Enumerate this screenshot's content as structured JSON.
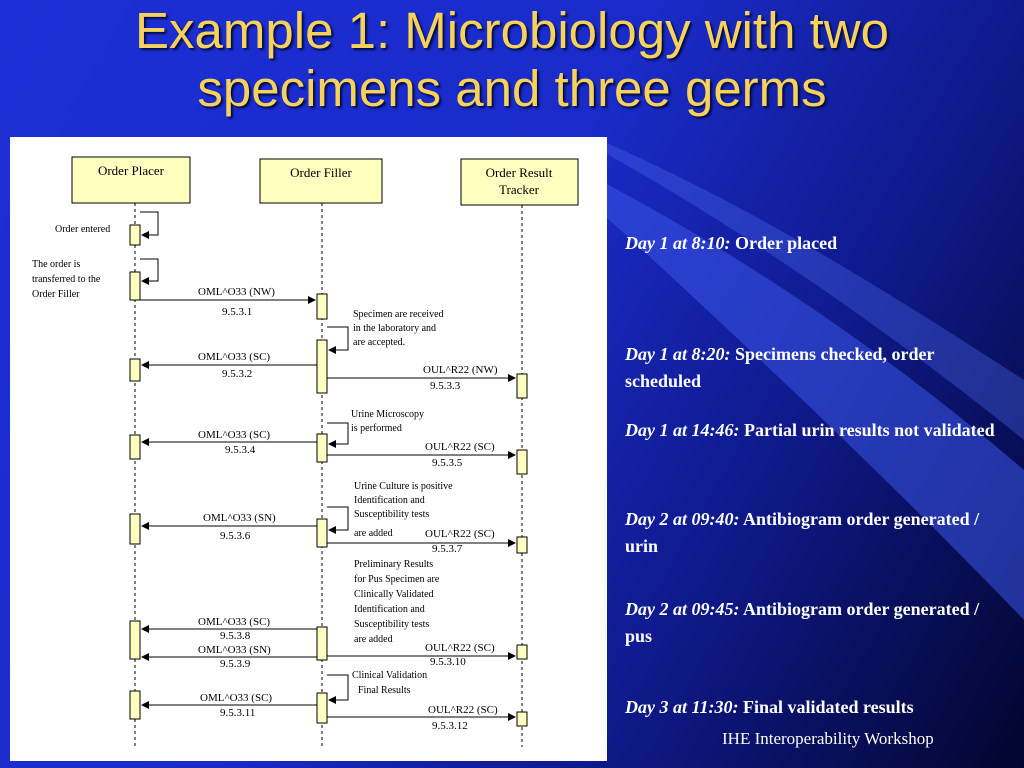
{
  "title": {
    "line1": "Example 1: Microbiology with two",
    "line2": "specimens and three germs"
  },
  "actors": {
    "placer": "Order Placer",
    "filler": "Order Filler",
    "tracker_l1": "Order Result",
    "tracker_l2": "Tracker"
  },
  "notes": {
    "order_entered": "Order entered",
    "transferred": [
      "The order is",
      "transferred to the",
      "Order Filler"
    ],
    "specimen_received": [
      "Specimen are received",
      "in the laboratory and",
      "are accepted."
    ],
    "urine_micro": [
      "Urine Microscopy",
      "is performed"
    ],
    "urine_culture": [
      "Urine Culture is positive",
      "Identification and",
      "Susceptibility tests",
      "are added"
    ],
    "prelim": [
      "Preliminary Results",
      "for Pus Specimen are",
      "Clinically Validated",
      "Identification and",
      "Susceptibility tests",
      "are added"
    ],
    "clinical_validation": [
      "Clinical Validation",
      "Final Results"
    ]
  },
  "messages": [
    {
      "label": "OML^O33 (NW)",
      "ref": "9.5.3.1"
    },
    {
      "label": "OML^O33 (SC)",
      "ref": "9.5.3.2"
    },
    {
      "label": "OUL^R22 (NW)",
      "ref": "9.5.3.3"
    },
    {
      "label": "OML^O33 (SC)",
      "ref": "9.5.3.4"
    },
    {
      "label": "OUL^R22 (SC)",
      "ref": "9.5.3.5"
    },
    {
      "label": "OML^O33 (SN)",
      "ref": "9.5.3.6"
    },
    {
      "label": "OUL^R22 (SC)",
      "ref": "9.5.3.7"
    },
    {
      "label": "OML^O33 (SC)",
      "ref": "9.5.3.8"
    },
    {
      "label": "OML^O33 (SN)",
      "ref": "9.5.3.9"
    },
    {
      "label": "OUL^R22 (SC)",
      "ref": "9.5.3.10"
    },
    {
      "label": "OML^O33 (SC)",
      "ref": "9.5.3.11"
    },
    {
      "label": "OUL^R22 (SC)",
      "ref": "9.5.3.12"
    }
  ],
  "events": [
    {
      "time": "Day 1 at 8:10:",
      "text": "Order placed"
    },
    {
      "time": "Day 1 at 8:20:",
      "text": "Specimens checked, order scheduled"
    },
    {
      "time": "Day 1 at 14:46:",
      "text": "Partial urin results not validated"
    },
    {
      "time": "Day 2 at 09:40:",
      "text": "Antibiogram order generated / urin"
    },
    {
      "time": "Day 2 at 09:45:",
      "text": "Antibiogram order generated / pus"
    },
    {
      "time": "Day 3 at 11:30:",
      "text": "Final validated results"
    }
  ],
  "footer": "IHE Interoperability Workshop",
  "colors": {
    "title": "#f7d25a",
    "actor_box": "#ffffc0",
    "background": "#1c2fd6"
  }
}
